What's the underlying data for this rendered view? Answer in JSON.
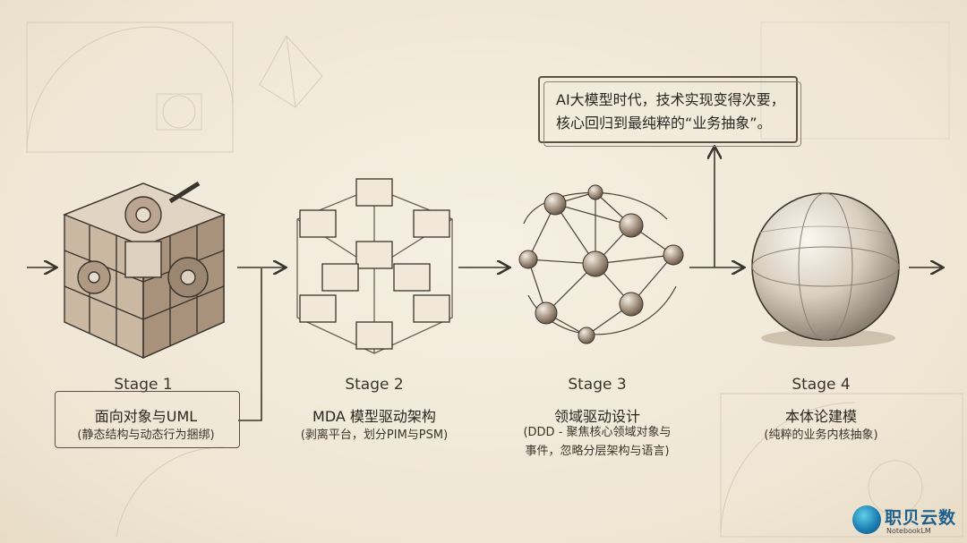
{
  "callout": {
    "line1": "AI大模型时代，技术实现变得次要，",
    "line2": "核心回归到最纯粹的“业务抽象”。"
  },
  "stages": [
    {
      "label": "Stage 1",
      "title": "面向对象与UML",
      "subtitle": "(静态结构与动态行为捆绑)"
    },
    {
      "label": "Stage 2",
      "title": "MDA 模型驱动架构",
      "subtitle": "(剥离平台，划分PIM与PSM)"
    },
    {
      "label": "Stage 3",
      "title": "领域驱动设计",
      "subtitle_line1": "(DDD - 聚焦核心领域对象与",
      "subtitle_line2": "事件，忽略分层架构与语言)"
    },
    {
      "label": "Stage 4",
      "title": "本体论建模",
      "subtitle": "(纯粹的业务内核抽象)"
    }
  ],
  "icons": {
    "stage1": "gear-cube-icon",
    "stage2": "modular-cube-icon",
    "stage3": "molecule-network-icon",
    "stage4": "sphere-icon",
    "logo": "notebooklm-logo-icon"
  },
  "logo": {
    "text": "职贝云数",
    "sub": "NotebookLM"
  },
  "colors": {
    "background": "#f3ecdd",
    "ink": "#3a342c",
    "logo": "#1e5f8c"
  }
}
